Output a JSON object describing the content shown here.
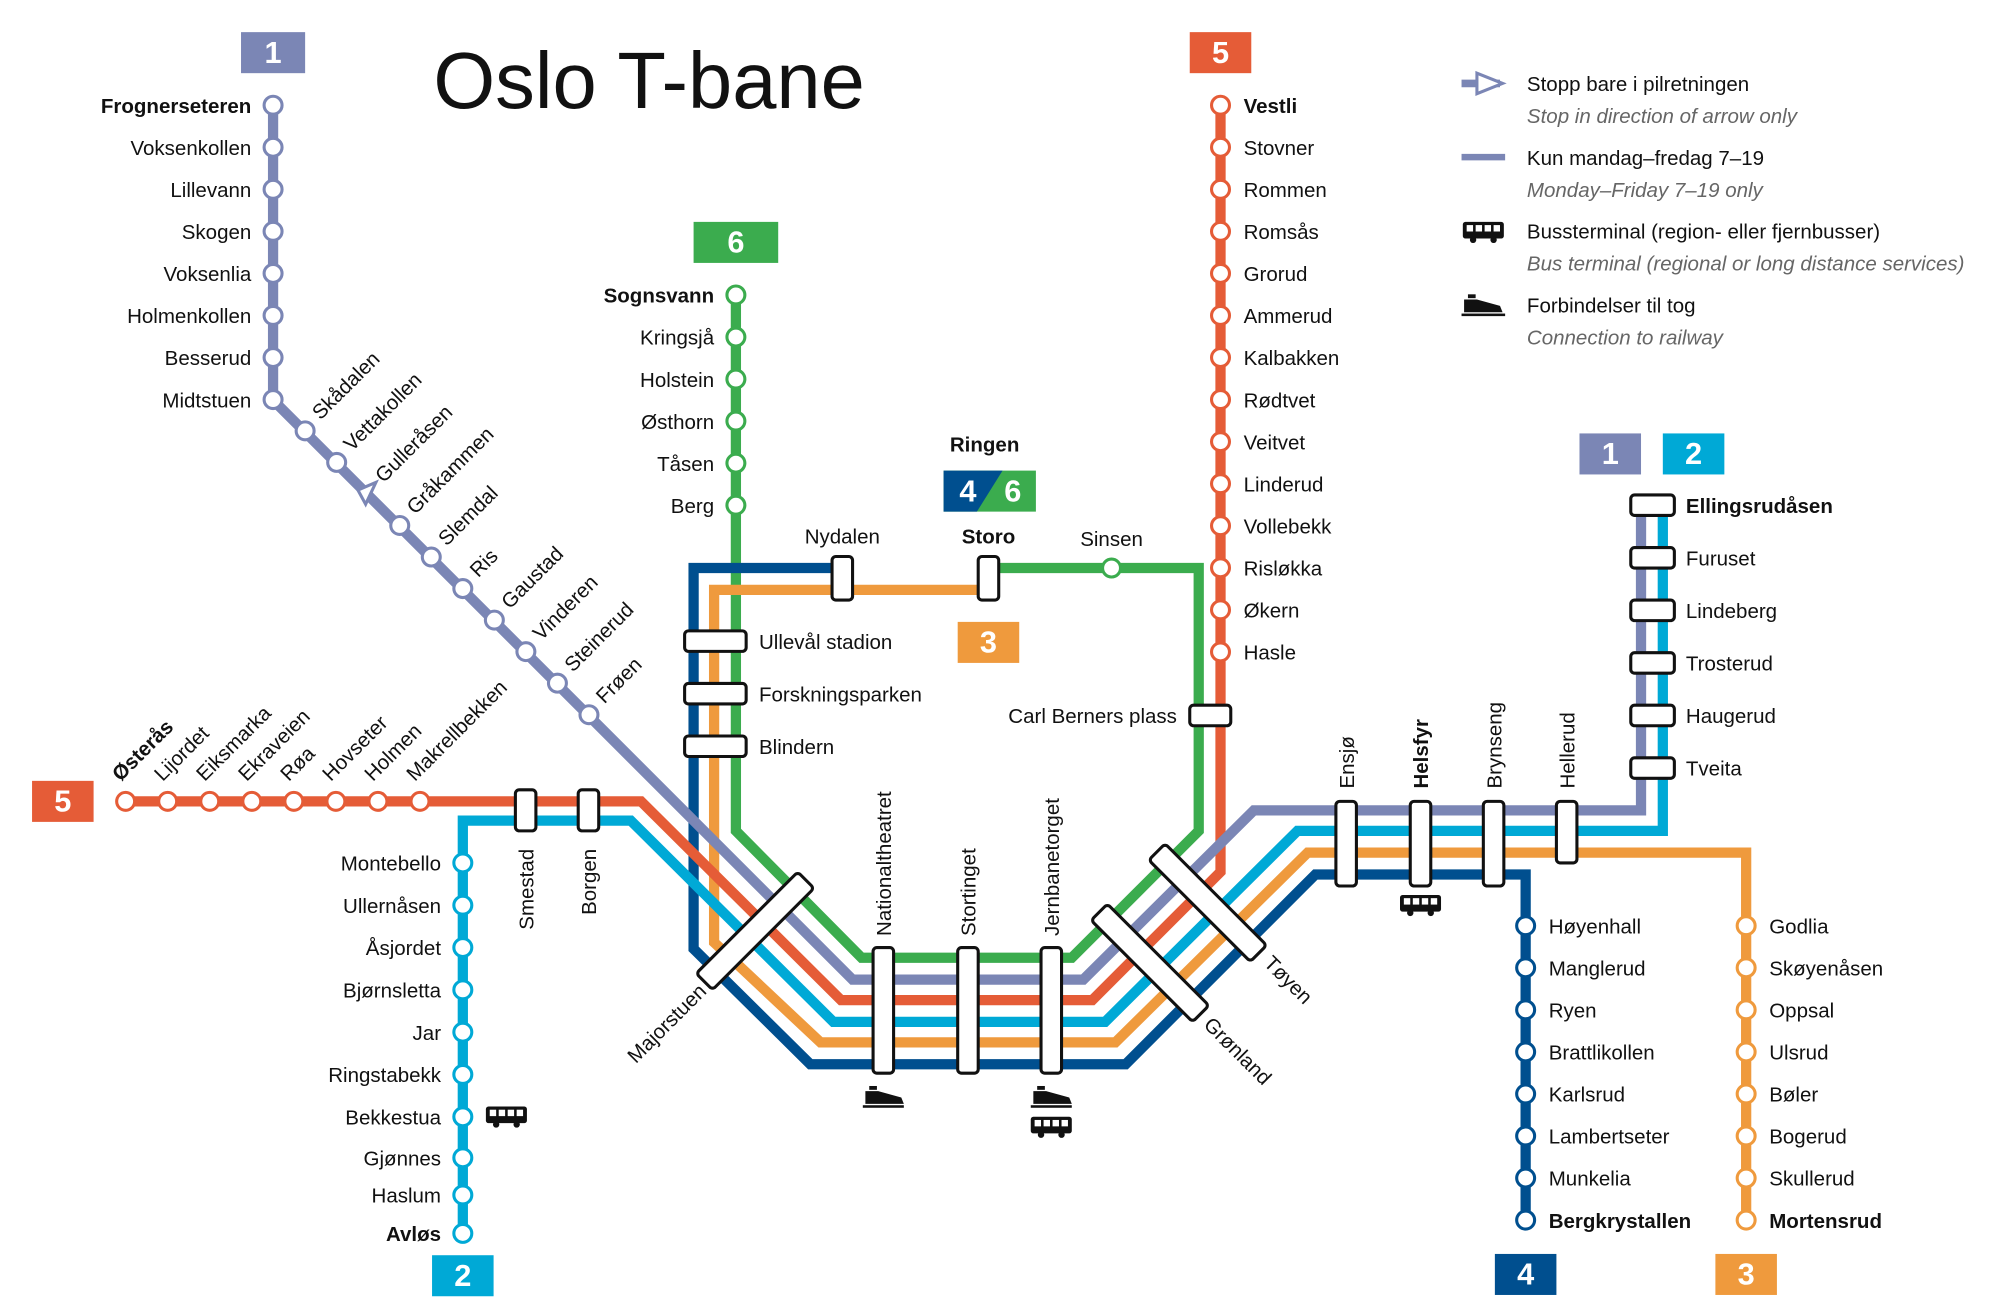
{
  "title": "Oslo T-bane",
  "colors": {
    "line1": "#7b86b5",
    "line2": "#00a9d6",
    "line3": "#ef9a3d",
    "line4": "#004f8f",
    "line5": "#e55c37",
    "line6": "#3bac4e"
  },
  "legend": [
    {
      "icon": "arrow-stop-icon",
      "label": "Stopp bare i pilretningen",
      "translation": "Stop in direction of arrow only"
    },
    {
      "icon": "weekday-line-icon",
      "label": "Kun mandag–fredag 7–19",
      "translation": "Monday–Friday 7–19 only"
    },
    {
      "icon": "bus-icon",
      "label": "Bussterminal (region- eller fjernbusser)",
      "translation": "Bus terminal (regional or long distance services)"
    },
    {
      "icon": "train-icon",
      "label": "Forbindelser til tog",
      "translation": "Connection to railway"
    }
  ],
  "badges": {
    "line1_top": "1",
    "line5_top": "5",
    "line6_top": "6",
    "line3_mid": "3",
    "ring_4": "4",
    "ring_6": "6",
    "line1_east": "1",
    "line2_east": "2",
    "line5_west": "5",
    "line2_bottom": "2",
    "line4_bottom": "4",
    "line3_bottom": "3"
  },
  "ring_label": "Ringen",
  "groups": {
    "g1v": [
      {
        "name": "Frognerseteren",
        "terminus": true
      },
      {
        "name": "Voksenkollen"
      },
      {
        "name": "Lillevann"
      },
      {
        "name": "Skogen"
      },
      {
        "name": "Voksenlia"
      },
      {
        "name": "Holmenkollen"
      },
      {
        "name": "Besserud"
      },
      {
        "name": "Midtstuen"
      }
    ],
    "g1d": [
      {
        "name": "Skådalen"
      },
      {
        "name": "Vettakollen"
      },
      {
        "name": "Gulleråsen",
        "arrow": true
      },
      {
        "name": "Gråkammen"
      },
      {
        "name": "Slemdal"
      },
      {
        "name": "Ris"
      },
      {
        "name": "Gaustad"
      },
      {
        "name": "Vinderen"
      },
      {
        "name": "Steinerud"
      },
      {
        "name": "Frøen"
      }
    ],
    "g5w": [
      {
        "name": "Østerås",
        "terminus": true
      },
      {
        "name": "Lijordet"
      },
      {
        "name": "Eiksmarka"
      },
      {
        "name": "Ekraveien"
      },
      {
        "name": "Røa"
      },
      {
        "name": "Hovseter"
      },
      {
        "name": "Holmen"
      },
      {
        "name": "Makrellbekken"
      }
    ],
    "g2w": [
      {
        "name": "Montebello"
      },
      {
        "name": "Ullernåsen"
      },
      {
        "name": "Åsjordet"
      },
      {
        "name": "Bjørnsletta"
      },
      {
        "name": "Jar"
      },
      {
        "name": "Ringstabekk"
      },
      {
        "name": "Bekkestua",
        "bus": true
      },
      {
        "name": "Gjønnes"
      },
      {
        "name": "Haslum"
      },
      {
        "name": "Avløs",
        "terminus": true
      }
    ],
    "g2s": [
      {
        "name": "Smestad"
      },
      {
        "name": "Borgen"
      }
    ],
    "g6n": [
      {
        "name": "Sognsvann",
        "terminus": true
      },
      {
        "name": "Kringsjå"
      },
      {
        "name": "Holstein"
      },
      {
        "name": "Østhorn"
      },
      {
        "name": "Tåsen"
      },
      {
        "name": "Berg"
      }
    ],
    "gring": [
      {
        "name": "Ullevål stadion"
      },
      {
        "name": "Forskningsparken"
      },
      {
        "name": "Blindern"
      }
    ],
    "gtop": [
      {
        "name": "Nydalen"
      },
      {
        "name": "Storo",
        "terminus": true
      },
      {
        "name": "Sinsen"
      }
    ],
    "gcbp": [
      {
        "name": "Carl Berners plass"
      }
    ],
    "g5e": [
      {
        "name": "Vestli",
        "terminus": true
      },
      {
        "name": "Stovner"
      },
      {
        "name": "Rommen"
      },
      {
        "name": "Romsås"
      },
      {
        "name": "Grorud"
      },
      {
        "name": "Ammerud"
      },
      {
        "name": "Kalbakken"
      },
      {
        "name": "Rødtvet"
      },
      {
        "name": "Veitvet"
      },
      {
        "name": "Linderud"
      },
      {
        "name": "Vollebekk"
      },
      {
        "name": "Risløkka"
      },
      {
        "name": "Økern"
      },
      {
        "name": "Hasle"
      }
    ],
    "gcenter": [
      {
        "name": "Majorstuen"
      },
      {
        "name": "Nationaltheatret",
        "train": true
      },
      {
        "name": "Stortinget"
      },
      {
        "name": "Jernbanetorget",
        "train": true,
        "bus": true
      },
      {
        "name": "Grønland"
      },
      {
        "name": "Tøyen"
      }
    ],
    "geast": [
      {
        "name": "Ensjø"
      },
      {
        "name": "Helsfyr",
        "terminus": true,
        "bus": true
      },
      {
        "name": "Brynseng"
      },
      {
        "name": "Hellerud"
      }
    ],
    "g12": [
      {
        "name": "Ellingsrudåsen",
        "terminus": true
      },
      {
        "name": "Furuset"
      },
      {
        "name": "Lindeberg"
      },
      {
        "name": "Trosterud"
      },
      {
        "name": "Haugerud"
      },
      {
        "name": "Tveita"
      }
    ],
    "g4": [
      {
        "name": "Høyenhall"
      },
      {
        "name": "Manglerud"
      },
      {
        "name": "Ryen"
      },
      {
        "name": "Brattlikollen"
      },
      {
        "name": "Karlsrud"
      },
      {
        "name": "Lambertseter"
      },
      {
        "name": "Munkelia"
      },
      {
        "name": "Bergkrystallen",
        "terminus": true
      }
    ],
    "g3": [
      {
        "name": "Godlia"
      },
      {
        "name": "Skøyenåsen"
      },
      {
        "name": "Oppsal"
      },
      {
        "name": "Ulsrud"
      },
      {
        "name": "Bøler"
      },
      {
        "name": "Bogerud"
      },
      {
        "name": "Skullerud"
      },
      {
        "name": "Mortensrud",
        "terminus": true
      }
    ]
  }
}
